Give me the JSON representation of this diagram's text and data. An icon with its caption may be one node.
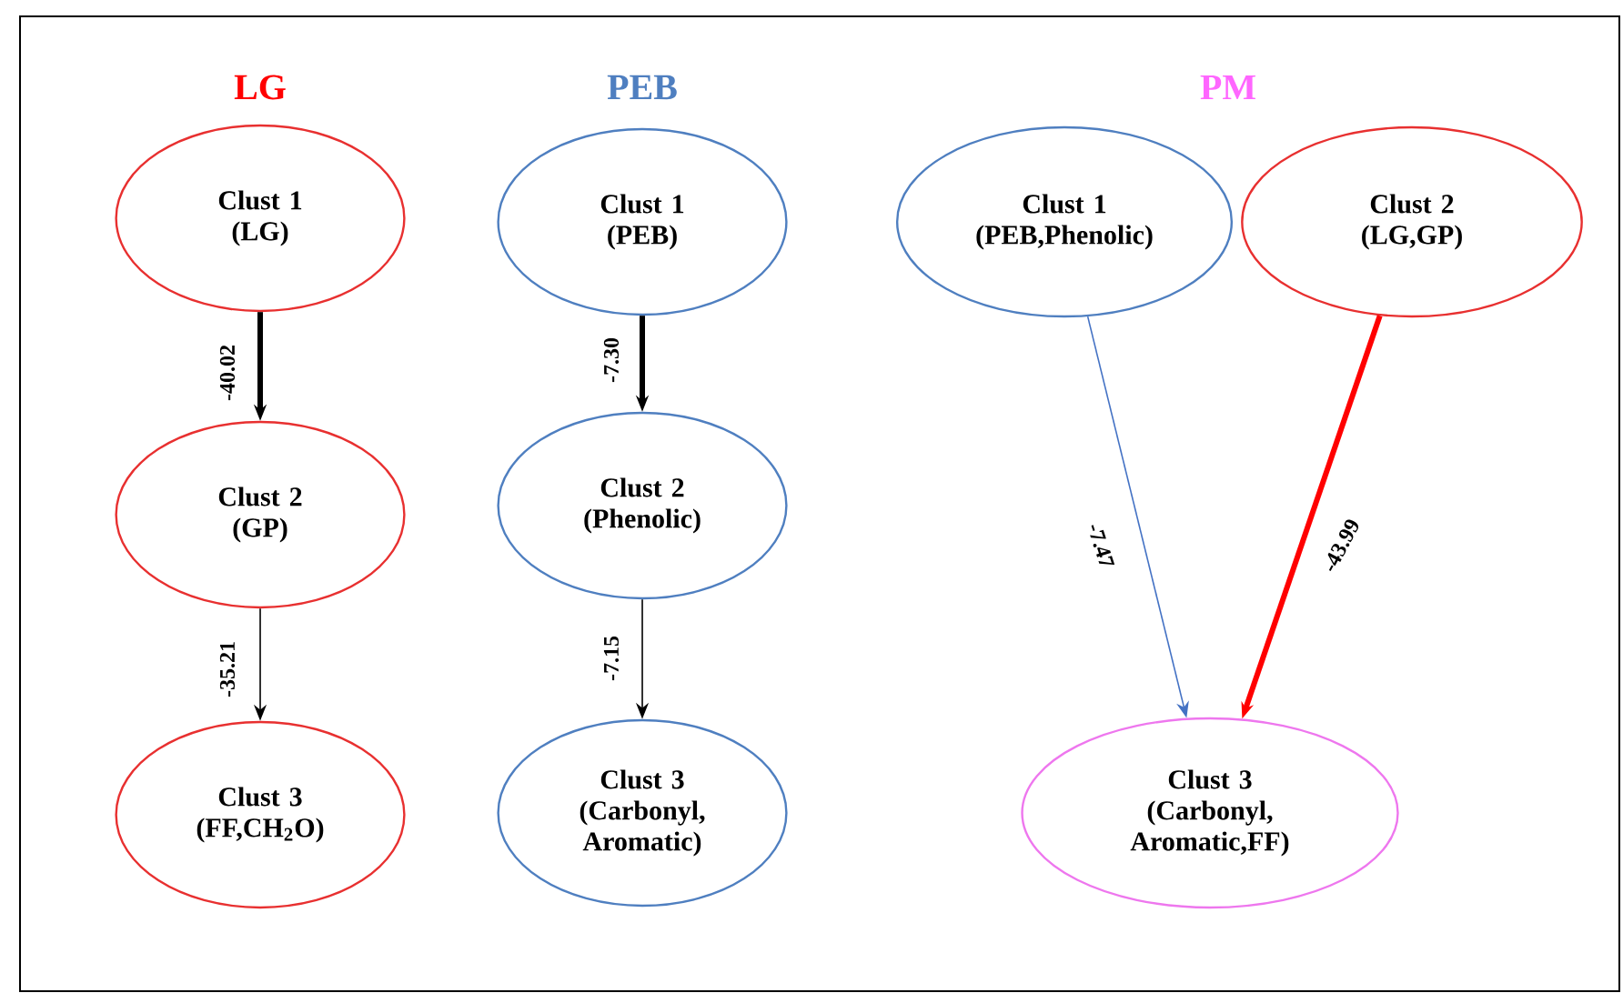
{
  "diagram": {
    "nodes": [
      {
        "text": [
          "Clust 1",
          "(LG)"
        ]
      },
      {
        "text": [
          "Clust 2",
          "(GP)"
        ]
      },
      {
        "text": [
          "Clust 3",
          "(FF,CH$_{2}$O)"
        ]
      },
      {
        "text": [
          "Clust 1",
          "(PEB)"
        ]
      },
      {
        "text": [
          "Clust 2",
          "(Phenolic)"
        ]
      },
      {
        "text": [
          "Clust 3",
          "(Carbonyl, Aromatic)"
        ]
      },
      {
        "text": [
          "Clust 1",
          "(PEB,Phenolic)"
        ]
      },
      {
        "text": [
          "Clust 2",
          "(LG,GP)"
        ]
      },
      {
        "text": [
          "Clust 3",
          "(Carbonyl, Aromatic,FF)"
        ]
      }
    ],
    "edges": [
      {
        "from": 0,
        "to": 1,
        "arrow": "to",
        "label": "-40.02",
        "style": "thick"
      },
      {
        "from": 1,
        "to": 2,
        "arrow": "to",
        "label": "-35.21"
      },
      {
        "from": 3,
        "to": 4,
        "arrow": "to",
        "label": "-7.30",
        "style": "thick"
      },
      {
        "from": 4,
        "to": 5,
        "arrow": "to",
        "label": "-7.15"
      },
      {
        "from": 6,
        "to": 8,
        "arrow": "to",
        "label": "-7.47",
        "color": "#4472c4"
      },
      {
        "from": 7,
        "to": 8,
        "arrow": "to",
        "label": "-43.99",
        "style": "thick",
        "color": "#ff0000"
      }
    ],
    "labels": [
      "LG",
      "PEB",
      "PM"
    ]
  }
}
